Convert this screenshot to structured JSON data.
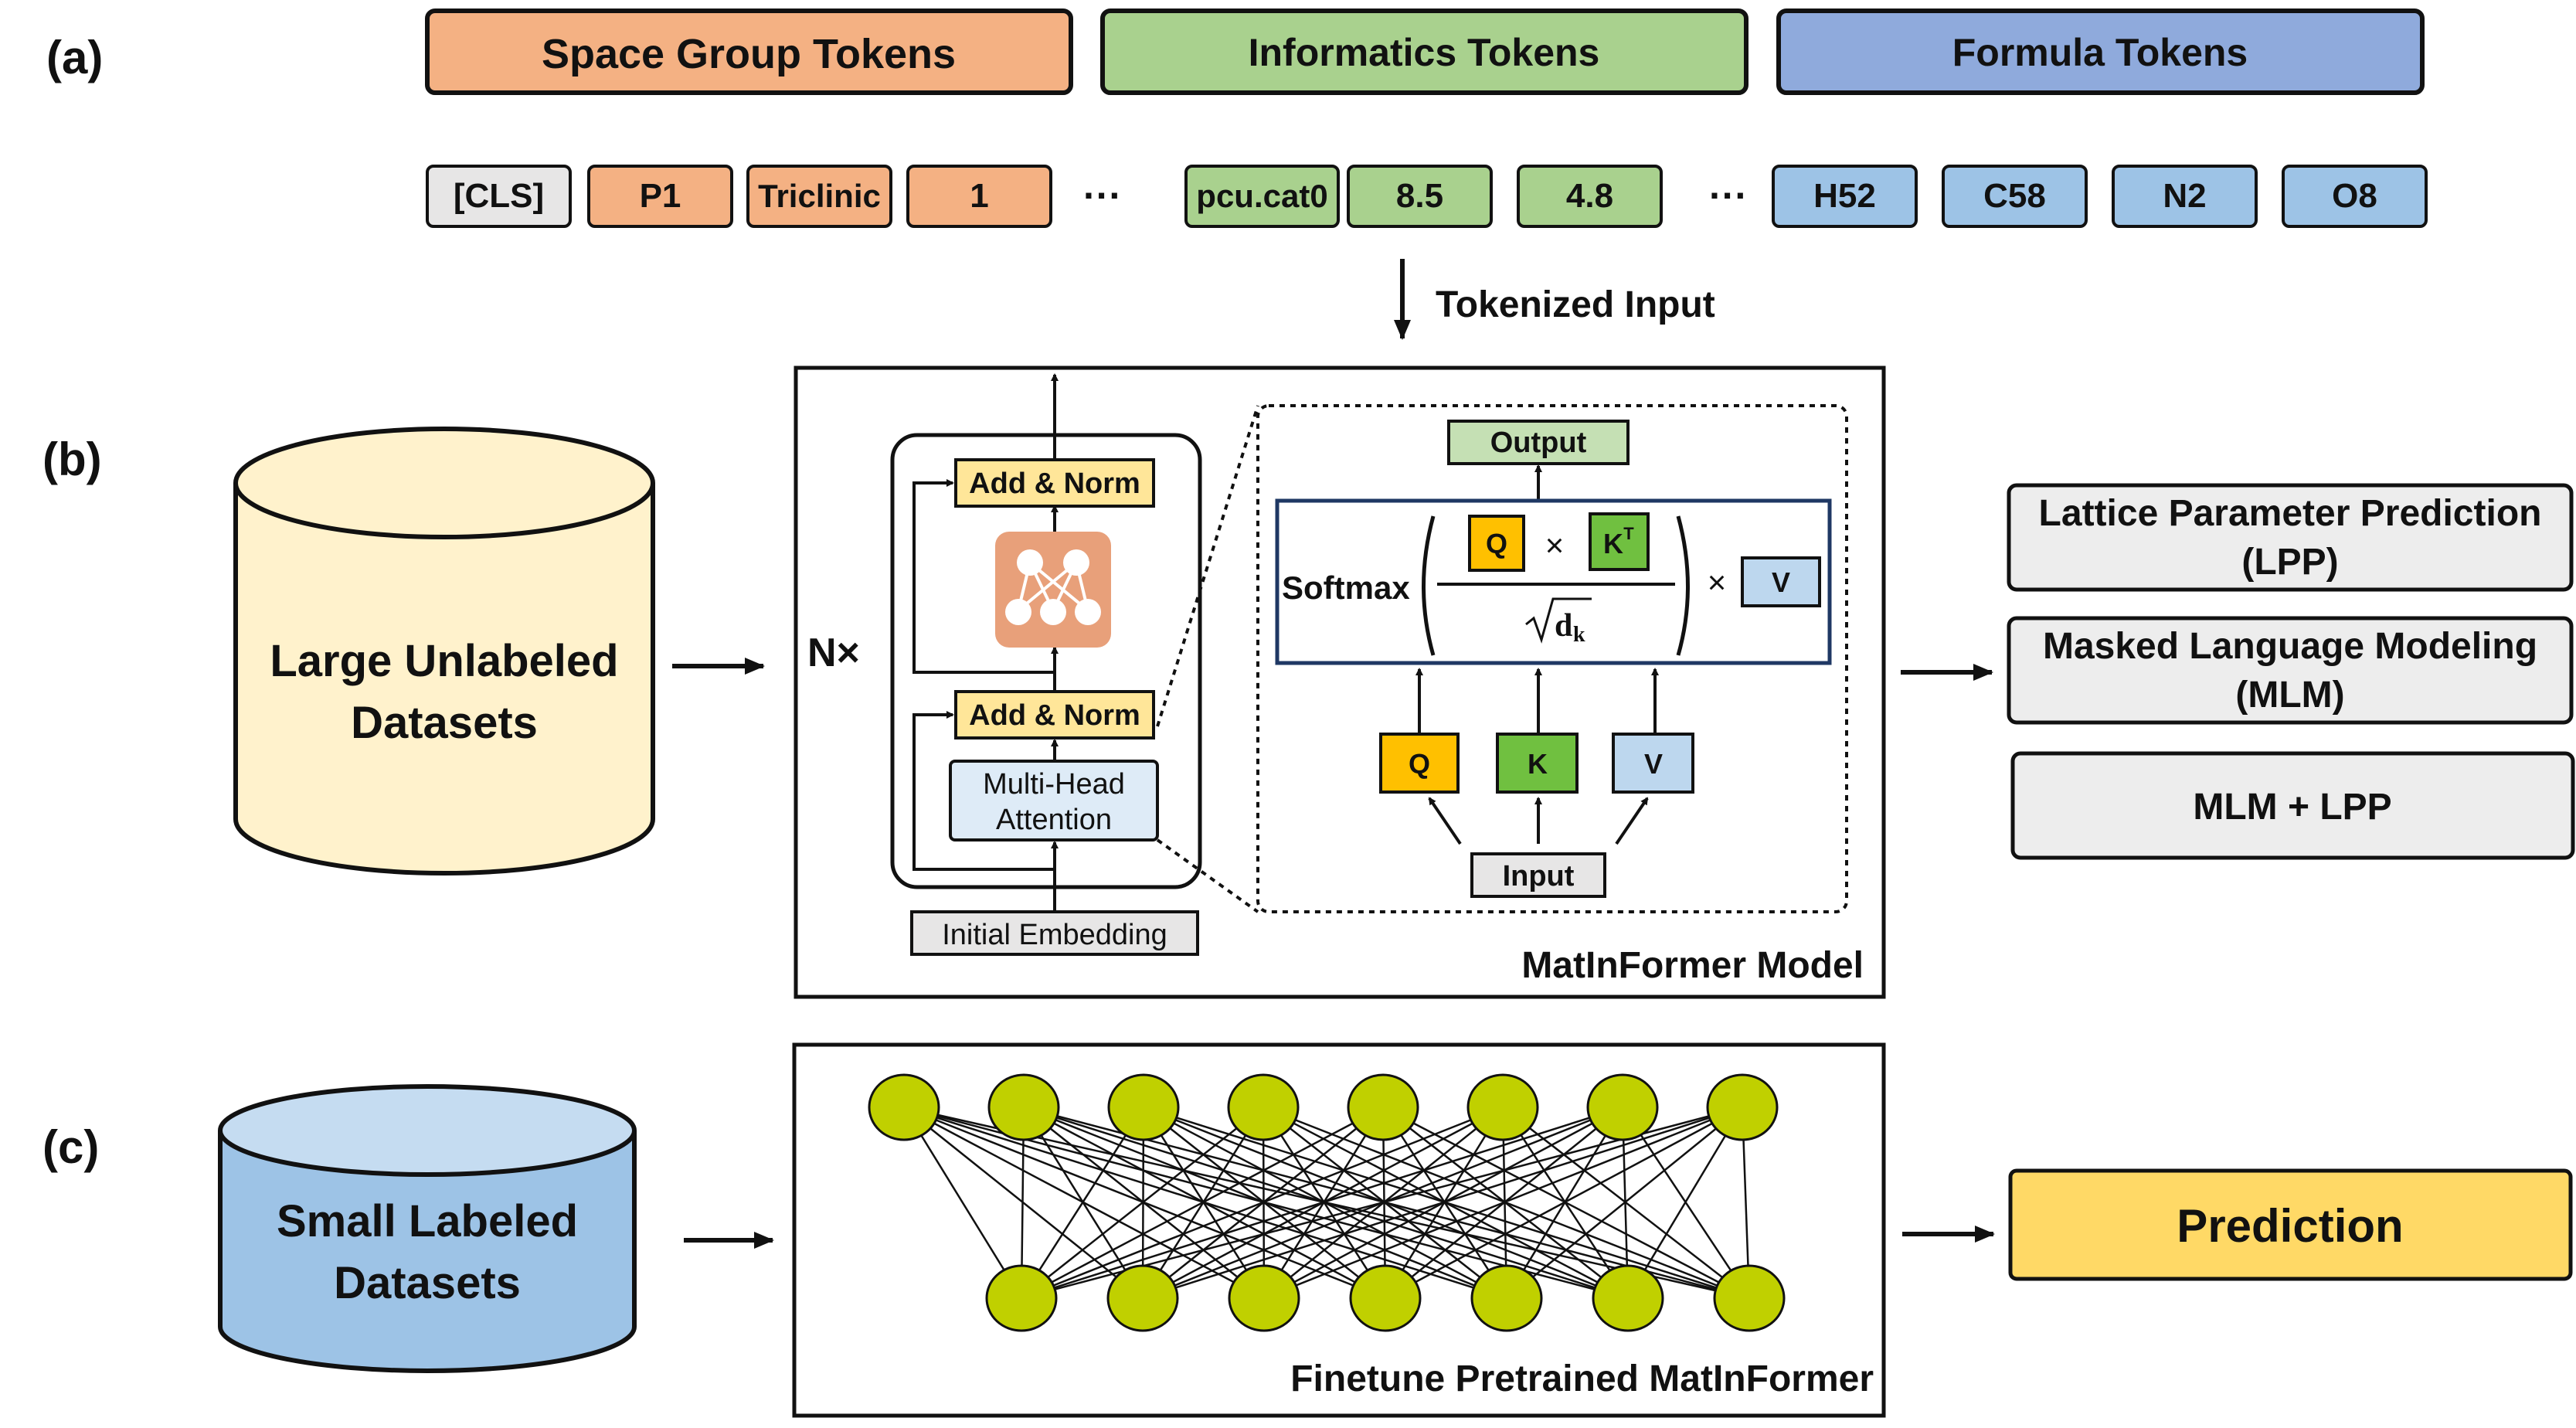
{
  "panels": {
    "a": "(a)",
    "b": "(b)",
    "c": "(c)"
  },
  "header_tokens": {
    "space_group": "Space Group Tokens",
    "informatics": "Informatics Tokens",
    "formula": "Formula Tokens"
  },
  "tokens": [
    {
      "label": "[CLS]",
      "kind": "cls"
    },
    {
      "label": "P1",
      "kind": "space"
    },
    {
      "label": "Triclinic",
      "kind": "space"
    },
    {
      "label": "1",
      "kind": "space"
    },
    {
      "label": "···",
      "kind": "dots"
    },
    {
      "label": "pcu.cat0",
      "kind": "info"
    },
    {
      "label": "8.5",
      "kind": "info"
    },
    {
      "label": "4.8",
      "kind": "info"
    },
    {
      "label": "···",
      "kind": "dots"
    },
    {
      "label": "H52",
      "kind": "formula"
    },
    {
      "label": "C58",
      "kind": "formula"
    },
    {
      "label": "N2",
      "kind": "formula"
    },
    {
      "label": "O8",
      "kind": "formula"
    }
  ],
  "tokenized_input": "Tokenized Input",
  "datasets": {
    "large": [
      "Large Unlabeled",
      "Datasets"
    ],
    "small": [
      "Small Labeled",
      "Datasets"
    ]
  },
  "model": {
    "repeat": "N×",
    "add_norm": "Add & Norm",
    "mha": [
      "Multi-Head",
      "Attention"
    ],
    "initial_embedding": "Initial Embedding",
    "caption": "MatInFormer Model"
  },
  "attention": {
    "output": "Output",
    "softmax": "Softmax",
    "q": "Q",
    "k": "K",
    "kt_base": "K",
    "kt_sup": "T",
    "v": "V",
    "times": "×",
    "dk": "d",
    "dk_sub": "k",
    "input": "Input"
  },
  "tasks": [
    [
      "Lattice Parameter Prediction",
      "(LPP)"
    ],
    [
      "Masked Language Modeling",
      "(MLM)"
    ],
    [
      "MLM + LPP"
    ]
  ],
  "finetune_caption": "Finetune Pretrained MatInFormer",
  "prediction": "Prediction",
  "colors": {
    "space": "#f4b183",
    "info": "#a9d18e",
    "formula": "#8faadc",
    "formula_token": "#9dc3e6",
    "cls": "#e7e6e6",
    "yellow_db": "#fff2cc",
    "blue_db": "#9dc3e6",
    "add_norm": "#ffe699",
    "mha": "#deebf7",
    "ffn": "#e8a07a",
    "output": "#c5e0b4",
    "q": "#ffc000",
    "k": "#70c040",
    "v": "#bdd7ee",
    "node": "#c0d000",
    "prediction": "#ffd966",
    "task": "#ededed"
  }
}
